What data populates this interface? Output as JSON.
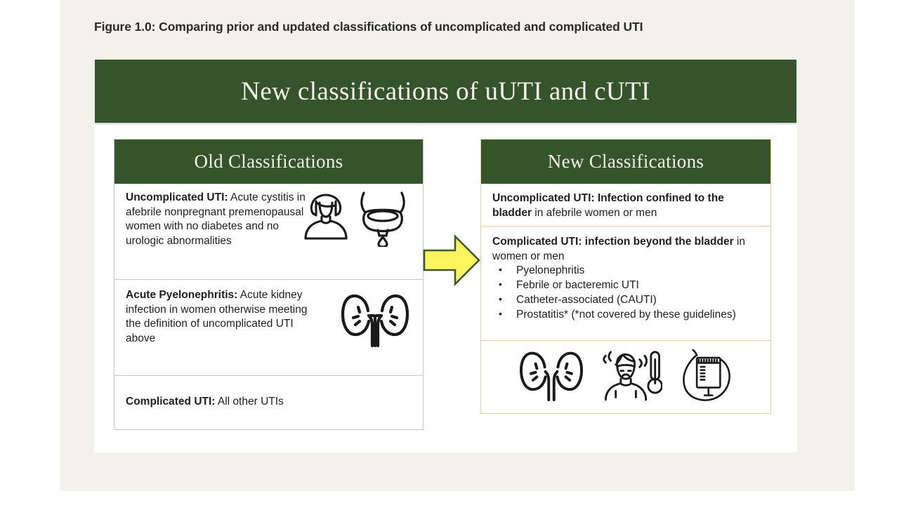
{
  "figure": {
    "caption": "Figure 1.0: Comparing prior and updated classifications of uncomplicated and complicated UTI",
    "banner_title": "New classifications of uUTI and cUTI"
  },
  "colors": {
    "banner_green": "#36542b",
    "page_beige": "#f3f1ec",
    "old_border_blue": "#b9cadd",
    "new_border_peach": "#f3c9a4",
    "arrow_yellow": "#fdf45e",
    "arrow_outline_green": "#3c5a2e"
  },
  "old_column": {
    "header": "Old Classifications",
    "rows": [
      {
        "term": "Uncomplicated UTI:",
        "definition": "Acute cystitis in afebrile nonpregnant premenopausal women with no diabetes and no urologic abnormalities",
        "icons": [
          "woman-icon",
          "bladder-icon"
        ]
      },
      {
        "term": "Acute Pyelonephritis:",
        "definition": " Acute kidney infection in women otherwise meeting the definition of uncomplicated UTI above",
        "icons": [
          "kidneys-icon"
        ]
      },
      {
        "term": "Complicated UTI:",
        "definition": " All other UTIs",
        "icons": []
      }
    ]
  },
  "new_column": {
    "header": "New Classifications",
    "rows": [
      {
        "term": "Uncomplicated UTI: Infection confined to the bladder",
        "definition": " in afebrile women or men",
        "bullets": []
      },
      {
        "term": "Complicated UTI: infection beyond the bladder",
        "definition": " in women or men",
        "bullets": [
          "Pyelonephritis",
          "Febrile or bacteremic UTI",
          "Catheter-associated (CAUTI)",
          "Prostatitis* (*not covered by these guidelines)"
        ]
      }
    ],
    "icon_row": [
      "kidneys-icon",
      "fever-patient-icon",
      "catheter-bag-icon"
    ],
    "bullet_glyph": "•"
  }
}
